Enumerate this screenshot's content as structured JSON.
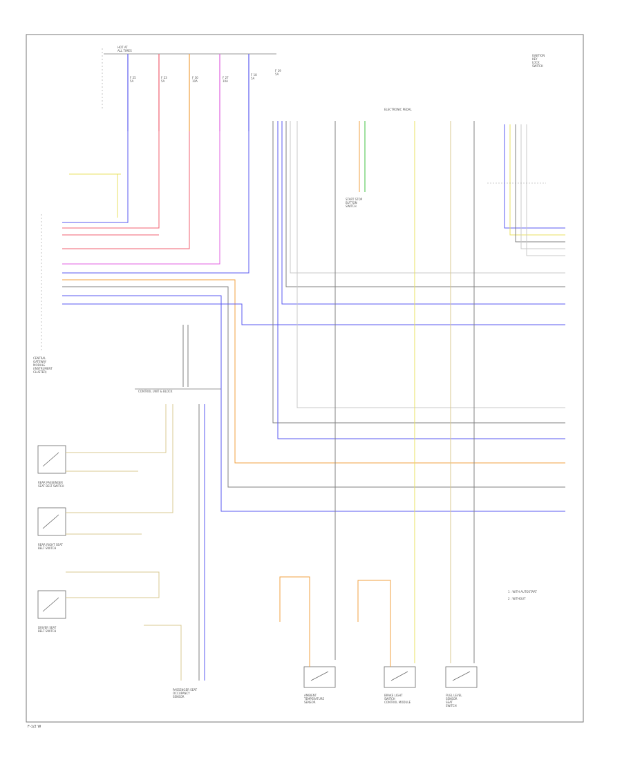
{
  "diagram": {
    "page_ref": "F-1/2 W",
    "fuse_box_label": "HOT AT\nALL TIMES",
    "fuses": [
      "F 25\n5A",
      "F 23\n5A",
      "F 30\n10A",
      "F 27\n10A",
      "F 18\n5A",
      "F 19\n5A"
    ],
    "left_module_label": "CENTRAL\nGATEWAY\nMODULE\n(INSTRUMENT\nCLUSTER)",
    "junction_label": "CONTROL UNIT & BLOCK",
    "electronics_label": "ELECTRONIC PEDAL",
    "right_module_label": "IGNITION\nKEY\nLOCK\nSWITCH",
    "start_stop_label": "START STOP\nBUTTON\nSWITCH",
    "components": [
      "REAR PASSENGER\nSEAT BELT SWITCH",
      "REAR RIGHT SEAT\nBELT SWITCH",
      "DRIVER SEAT\nBELT SWITCH",
      "PASSENGER SEAT\nOCCUPANCY\nSENSOR",
      "AMBIENT\nTEMPERATURE\nSENSOR",
      "BRAKE LIGHT\nSWITCH\nCONTROL MODULE",
      "FUEL LEVEL\nSENSOR\nSEAT\nSWITCH"
    ],
    "legend": [
      "1 : WITH AUTOSTART",
      "2 : WITHOUT"
    ],
    "colors": {
      "blue": "#5a5af0",
      "red": "#f06070",
      "orange": "#f0a040",
      "pink": "#e060e0",
      "yellow": "#e8e060",
      "gray": "#808080",
      "light_gray": "#c8c8c8",
      "green": "#40c040",
      "tan": "#d8c890"
    }
  }
}
